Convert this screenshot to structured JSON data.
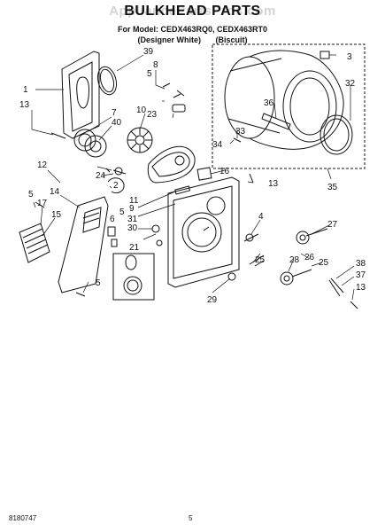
{
  "header": {
    "watermark": "AppliancePartsPros.com",
    "title": "BULKHEAD PARTS",
    "models": "For Model: CEDX463RQ0, CEDX463RT0",
    "color_1": "(Designer White)",
    "color_2": "(Biscuit)"
  },
  "callouts": [
    "1",
    "13",
    "39",
    "8",
    "5",
    "23",
    "10",
    "7",
    "40",
    "24",
    "2",
    "12",
    "14",
    "5",
    "17",
    "15",
    "5",
    "6",
    "21",
    "9",
    "11",
    "16",
    "31",
    "30",
    "13",
    "3",
    "32",
    "36",
    "33",
    "34",
    "35",
    "4",
    "25",
    "29",
    "27",
    "26",
    "28",
    "25",
    "38",
    "37",
    "13",
    "5"
  ],
  "footer": {
    "doc_number": "8180747",
    "page_number": "5"
  }
}
